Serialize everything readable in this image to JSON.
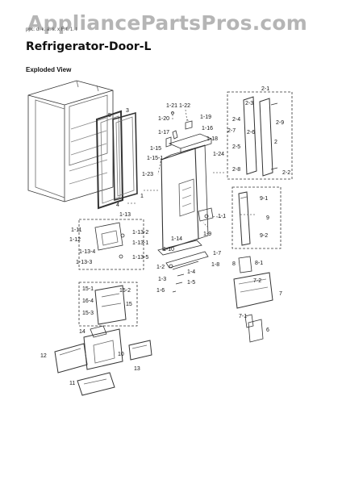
{
  "watermark": "AppliancePartsPros.com",
  "header_strip": "ppc: d. k. a. s. x F. t. 1. t",
  "title": "Refrigerator-Door-L",
  "section_label": "Exploded View",
  "part_labels": [
    "1-21",
    "1-22",
    "1-20",
    "1-19",
    "1-17",
    "1-16",
    "1-18",
    "1-15",
    "1-15-1",
    "1-24",
    "1-23",
    "2-1",
    "2-3",
    "2-9",
    "2-4",
    "2-7",
    "2-6",
    "2",
    "2-5",
    "2-8",
    "2-2",
    "5",
    "3",
    "1",
    "4",
    "9-1",
    "9",
    "9-2",
    "1-13",
    "1-11",
    "1-13-2",
    "1-12",
    "1-13-1",
    "1-13-4",
    "1-13-5",
    "1-13-3",
    "1-1",
    "1-14",
    "1-9",
    "1-10",
    "1-7",
    "1-2",
    "1-4",
    "1-8",
    "1-3",
    "1-5",
    "1-6",
    "8",
    "8-1",
    "7-2",
    "7",
    "7-1",
    "6",
    "15-1",
    "15-2",
    "16-4",
    "15",
    "15-3",
    "14",
    "12",
    "10",
    "13",
    "11"
  ]
}
